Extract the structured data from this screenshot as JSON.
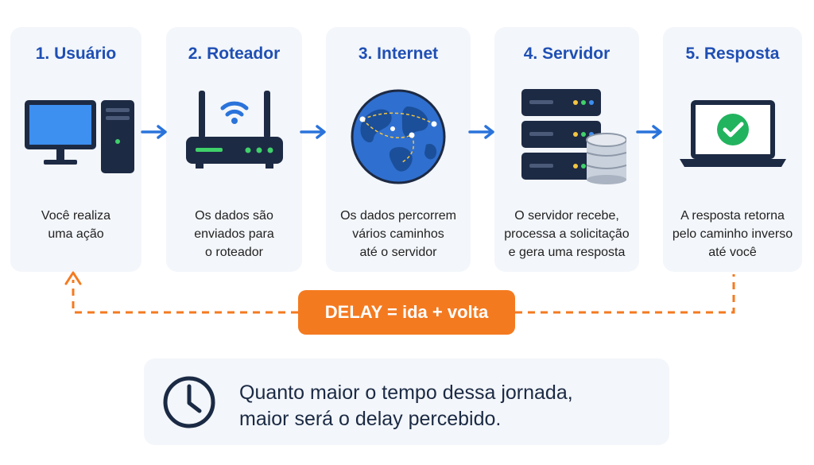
{
  "steps": [
    {
      "title": "1. Usuário",
      "icon": "desktop-computer-icon",
      "lines": [
        "Você realiza",
        "uma ação"
      ]
    },
    {
      "title": "2. Roteador",
      "icon": "wifi-router-icon",
      "lines": [
        "Os dados são",
        "enviados para",
        "o roteador"
      ]
    },
    {
      "title": "3. Internet",
      "icon": "globe-icon",
      "lines": [
        "Os dados percorrem",
        "vários caminhos",
        "até o servidor"
      ]
    },
    {
      "title": "4. Servidor",
      "icon": "server-database-icon",
      "lines": [
        "O servidor recebe,",
        "processa a solicitação",
        "e gera uma resposta"
      ]
    },
    {
      "title": "5. Resposta",
      "icon": "laptop-check-icon",
      "lines": [
        "A resposta retorna",
        "pelo caminho inverso",
        "até você"
      ]
    }
  ],
  "delay": {
    "label": "DELAY = ida + volta"
  },
  "note": {
    "icon": "clock-icon",
    "lines": [
      "Quanto maior o tempo dessa jornada,",
      "maior será o delay percebido."
    ]
  },
  "colors": {
    "title_blue": "#1f4fb4",
    "arrow_blue": "#2a73db",
    "delay_orange": "#f47a20",
    "card_bg": "#f3f6fa",
    "check_green": "#22b35e"
  }
}
